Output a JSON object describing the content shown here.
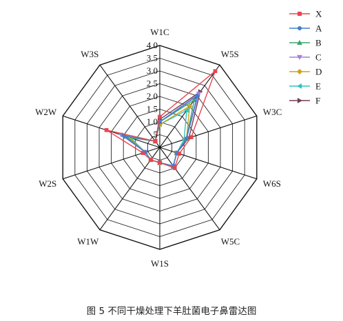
{
  "caption": "图 5  不同干燥处理下羊肚菌电子鼻雷达图",
  "chart_data": {
    "type": "radar",
    "axes": [
      "W1C",
      "W5S",
      "W3C",
      "W6S",
      "W5C",
      "W1S",
      "W1W",
      "W2S",
      "W2W",
      "W3S"
    ],
    "tick_values": [
      0.5,
      1.0,
      1.5,
      2.0,
      2.5,
      3.0,
      3.5,
      4.0
    ],
    "tick_labels": [
      ".5",
      "1.0",
      "1.5",
      "2.0",
      "2.5",
      "3.0",
      "3.5",
      "4.0"
    ],
    "rlim": [
      0,
      4.0
    ],
    "legend_position": "top-right",
    "series": [
      {
        "name": "X",
        "color": "#e8454f",
        "marker": "square",
        "values": [
          1.2,
          3.7,
          1.3,
          0.8,
          1.0,
          0.6,
          0.6,
          0.7,
          2.2,
          0.3
        ]
      },
      {
        "name": "A",
        "color": "#3f7fd0",
        "marker": "circle",
        "values": [
          1.0,
          2.5,
          1.1,
          0.7,
          0.9,
          0.6,
          0.6,
          0.6,
          1.5,
          0.3
        ]
      },
      {
        "name": "B",
        "color": "#3aa56a",
        "marker": "triangle-up",
        "values": [
          1.0,
          2.3,
          1.1,
          0.7,
          0.9,
          0.6,
          0.6,
          0.6,
          1.4,
          0.3
        ]
      },
      {
        "name": "C",
        "color": "#a77fe0",
        "marker": "triangle-down",
        "values": [
          1.0,
          2.6,
          1.1,
          0.7,
          0.9,
          0.6,
          0.6,
          0.6,
          1.6,
          0.3
        ]
      },
      {
        "name": "D",
        "color": "#d0a21a",
        "marker": "diamond",
        "values": [
          0.9,
          2.0,
          1.1,
          0.7,
          0.9,
          0.6,
          0.6,
          0.6,
          1.3,
          0.3
        ]
      },
      {
        "name": "E",
        "color": "#31c2c2",
        "marker": "triangle-left",
        "values": [
          0.9,
          1.8,
          1.0,
          0.7,
          0.9,
          0.6,
          0.6,
          0.6,
          1.2,
          0.3
        ]
      },
      {
        "name": "F",
        "color": "#6e3f55",
        "marker": "triangle-right",
        "values": [
          1.1,
          2.7,
          1.2,
          0.7,
          0.9,
          0.6,
          0.6,
          0.6,
          1.4,
          0.3
        ]
      }
    ]
  }
}
